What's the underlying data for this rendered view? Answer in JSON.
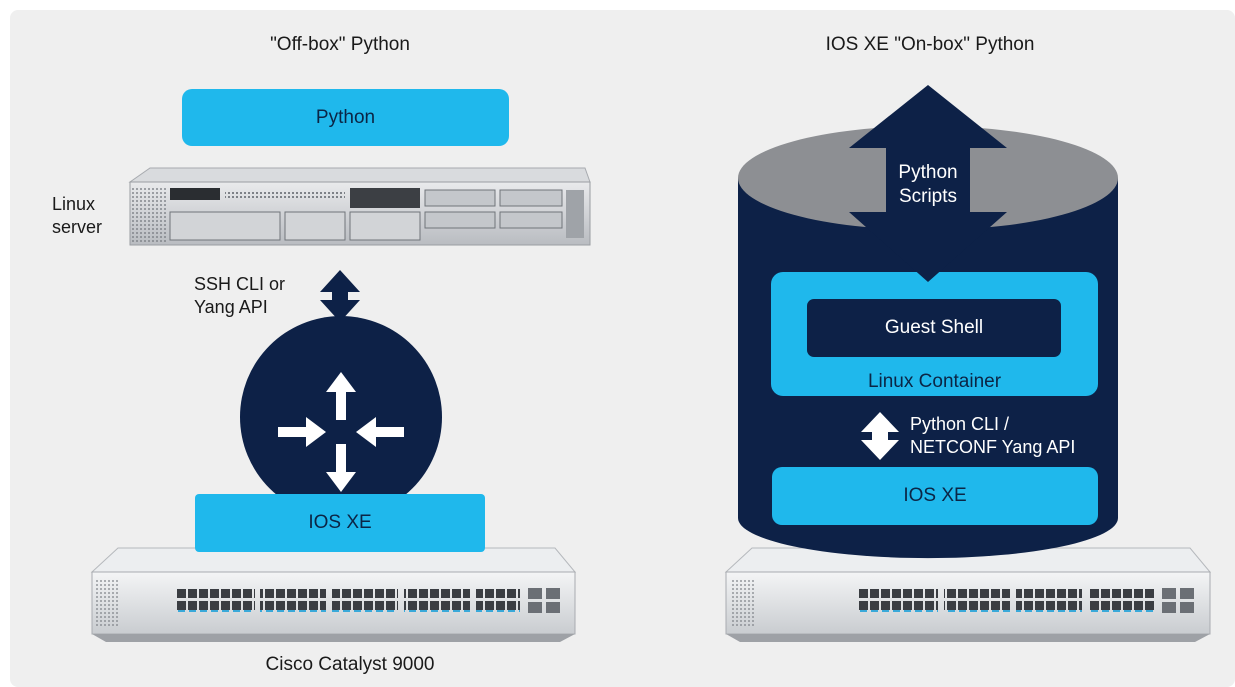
{
  "left": {
    "title": "\"Off-box\" Python",
    "python_box": "Python",
    "server_label": "Linux\nserver",
    "link_label": "SSH CLI or\nYang API",
    "ios_box": "IOS XE",
    "device_label": "Cisco Catalyst 9000"
  },
  "right": {
    "title": "IOS XE \"On-box\" Python",
    "scripts_label": "Python\nScripts",
    "guest_shell": "Guest Shell",
    "container_label": "Linux Container",
    "link_label": "Python CLI /\nNETCONF Yang API",
    "ios_box": "IOS XE"
  },
  "colors": {
    "navy": "#0d2147",
    "cyan": "#1fb8ec",
    "gray_top": "#8d8f93",
    "panel": "#efefef"
  }
}
